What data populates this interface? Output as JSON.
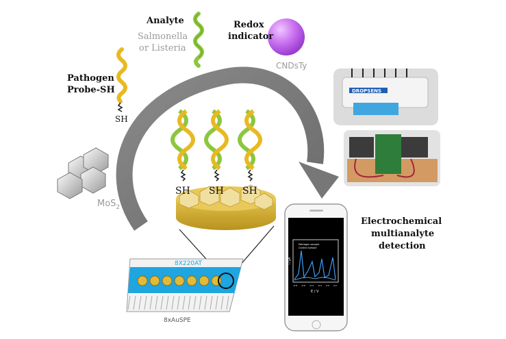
{
  "labels": {
    "analyte": "Analyte",
    "analyte_species_line1": "Salmonella",
    "analyte_species_line2": "or Listeria",
    "redox_line1": "Redox",
    "redox_line2": "indicator",
    "redox_name": "CNDsTy",
    "pathogen_line1": "Pathogen",
    "pathogen_line2": "Probe-SH",
    "probe_sh": "SH",
    "surface_sh": "SH",
    "mos2": "MoS",
    "mos2_sub": "2",
    "electrode_chip": "8X220AT",
    "electrode_caption": "8xAuSPE",
    "detection_line1": "Electrochemical",
    "detection_line2": "multianalyte",
    "detection_line3": "detection",
    "potentiostat_brand": "DROPSENS",
    "phone_legend_1": "Pathogen sample",
    "phone_legend_2": "Control sample",
    "phone_xlabel": "E / V",
    "phone_ylabel": "i / µA",
    "phone_xticks": [
      "-0.8",
      "-0.6",
      "-0.4",
      "-0.2",
      "0.0",
      "0.2"
    ]
  },
  "colors": {
    "arrow": "#7a7a7a",
    "gold_disk": "#d9b53a",
    "strand_green": "#8dc63f",
    "strand_gold": "#e8b923",
    "redox_bead": "#c86ff0",
    "electrode_blue": "#1fa5e0",
    "trace_blue": "#3aa0ff"
  }
}
